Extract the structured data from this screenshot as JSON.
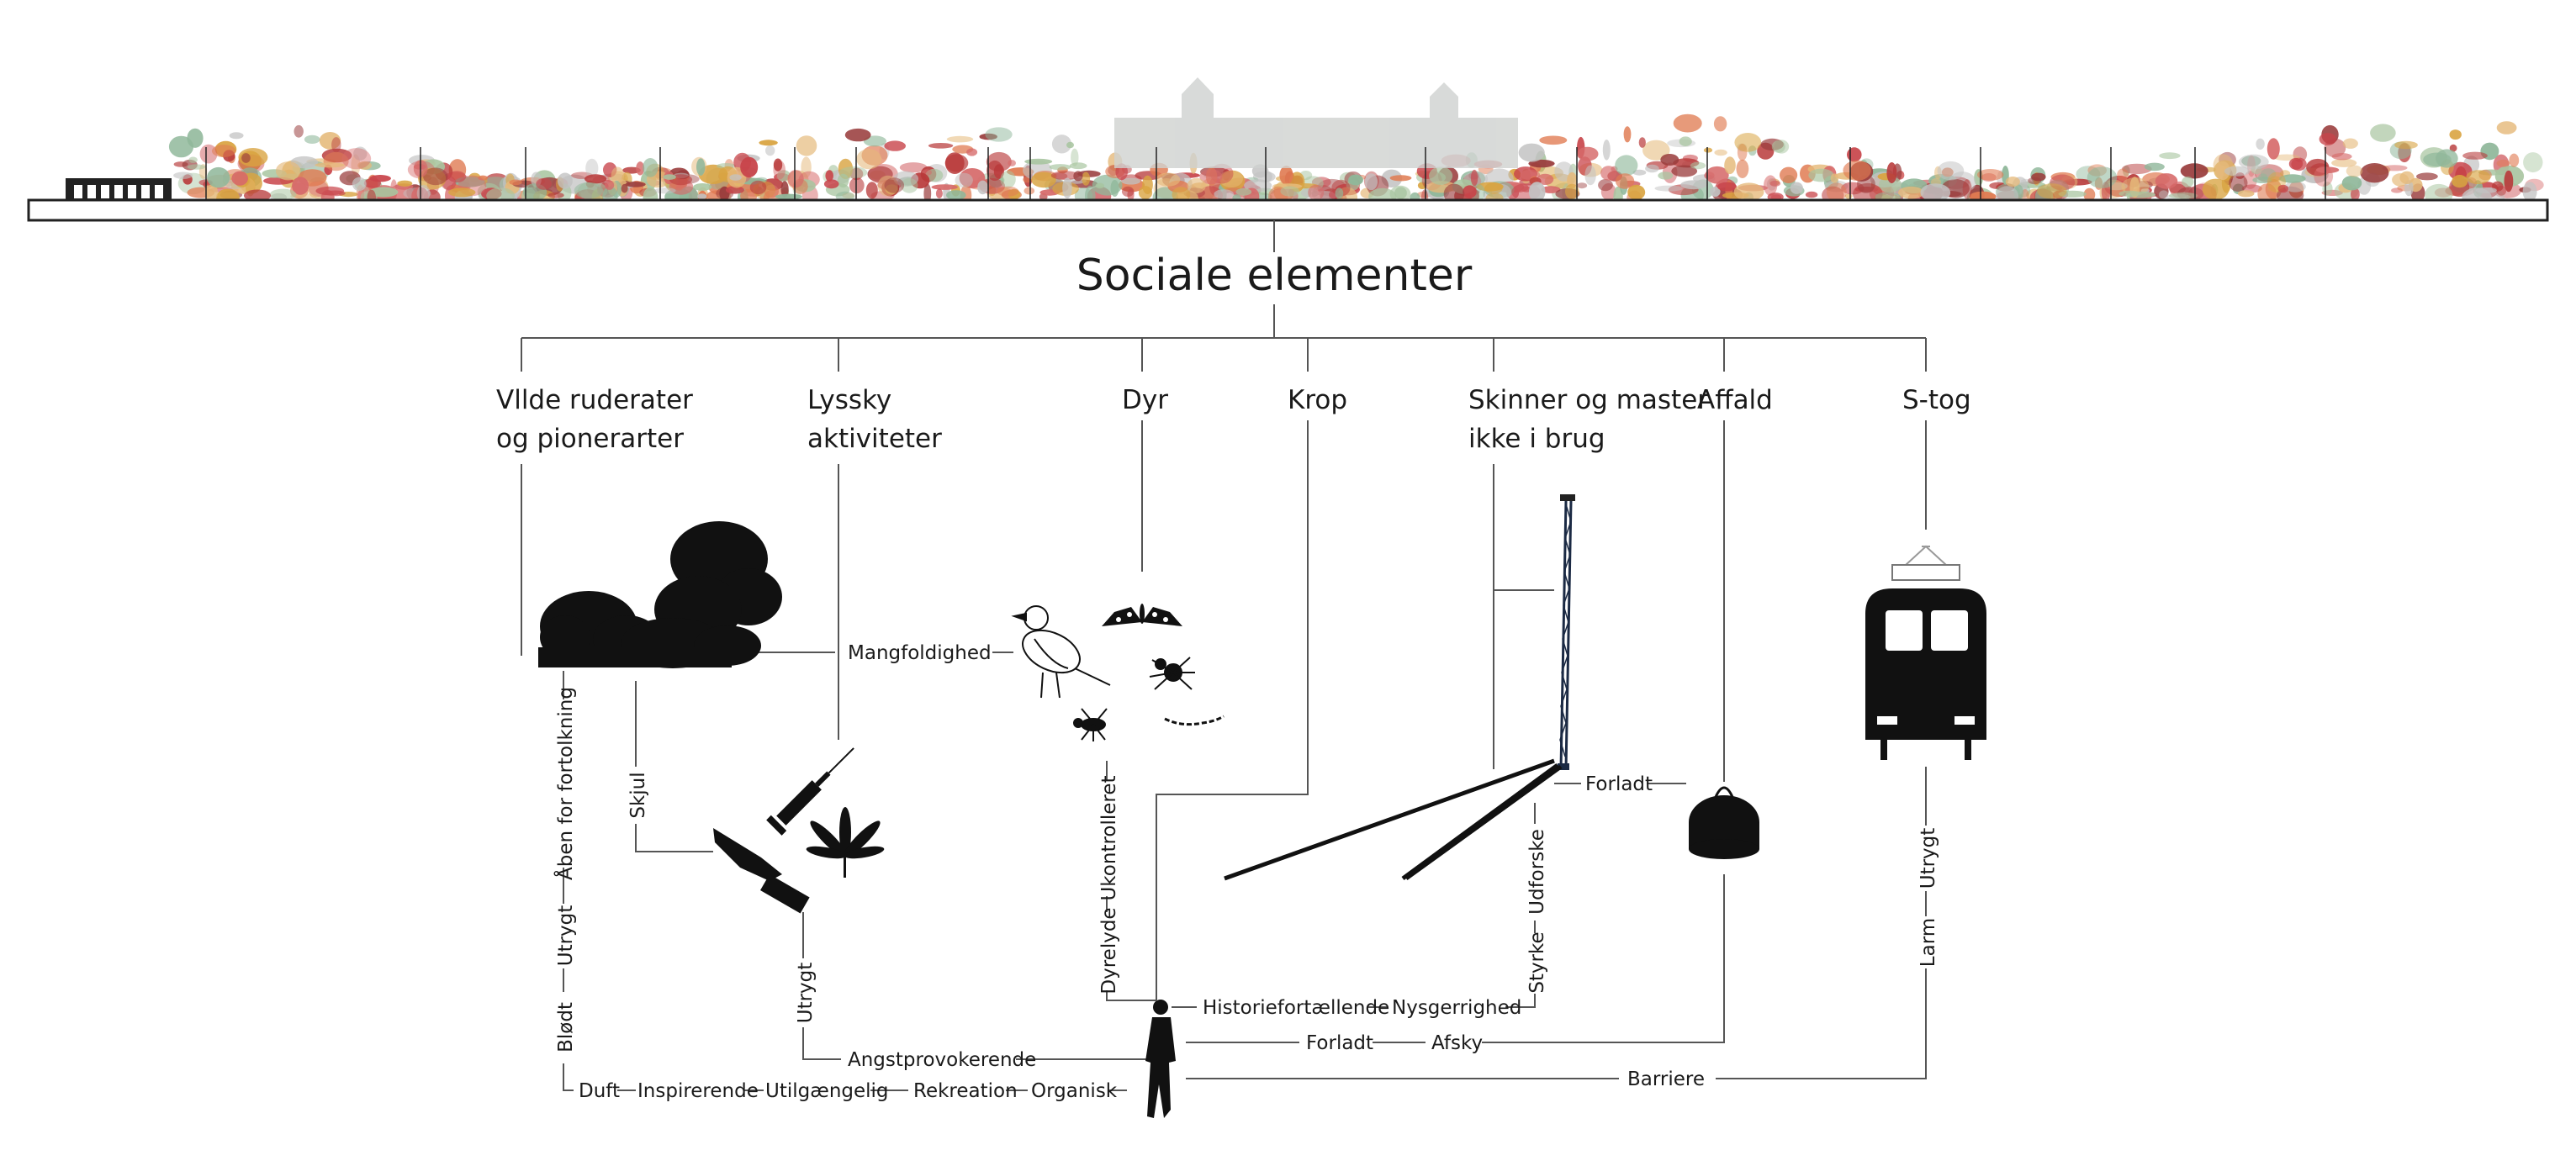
{
  "title": "Sociale elementer",
  "categories": {
    "vilde": [
      "Vllde ruderater",
      "og pionerarter"
    ],
    "lyssky": [
      "Lyssky",
      "aktiviteter"
    ],
    "dyr": [
      "Dyr"
    ],
    "krop": [
      "Krop"
    ],
    "skinner": [
      "Skinner og master",
      "ikke i brug"
    ],
    "affald": [
      "Affald"
    ],
    "stog": [
      "S-tog"
    ]
  },
  "labels": {
    "mangfoldighed": "Mangfoldighed",
    "aben": "Åben for fortolkning",
    "utrygt_1": "Utrygt",
    "blodt": "Blødt",
    "skjul": "Skjul",
    "utrygt_2": "Utrygt",
    "ukontrolleret": "Ukontrolleret",
    "dyrelyde": "Dyrelyde",
    "forladt_1": "Forladt",
    "udforske": "Udforske",
    "styrke": "Styrke",
    "utrygt_3": "Utrygt",
    "larm": "Larm",
    "historiefortaellende": "Historiefortællende",
    "nysgerrighed": "Nysgerrighed",
    "angstprovokerende": "Angstprovokerende",
    "forladt_2": "Forladt",
    "afsky": "Afsky",
    "duft": "Duft",
    "inspirerende": "Inspirerende",
    "utilgaengelig": "Utilgængelig",
    "rekreation": "Rekreation",
    "organisk": "Organisk",
    "barriere": "Barriere"
  },
  "icons": {
    "trees": "trees-icon",
    "syringe": "syringe-icon",
    "knife": "knife-icon",
    "cannabis": "cannabis-leaf-icon",
    "bird": "bird-icon",
    "moth": "moth-icon",
    "spider": "spider-icon",
    "insect": "insect-icon",
    "larva": "larva-icon",
    "mast": "mast-icon",
    "rails": "rails-icon",
    "trash": "trash-bag-icon",
    "train": "train-icon",
    "person": "person-icon"
  },
  "colors": {
    "line": "#555555",
    "text": "#1a1a1a",
    "silhouette": "#111111",
    "vegetation": [
      "#c8444a",
      "#e07b52",
      "#a8c5a0",
      "#d9a441",
      "#b83a3a",
      "#8fb79a",
      "#d66a6a",
      "#c2c2c2",
      "#e5b97a",
      "#9a3d3d"
    ]
  }
}
